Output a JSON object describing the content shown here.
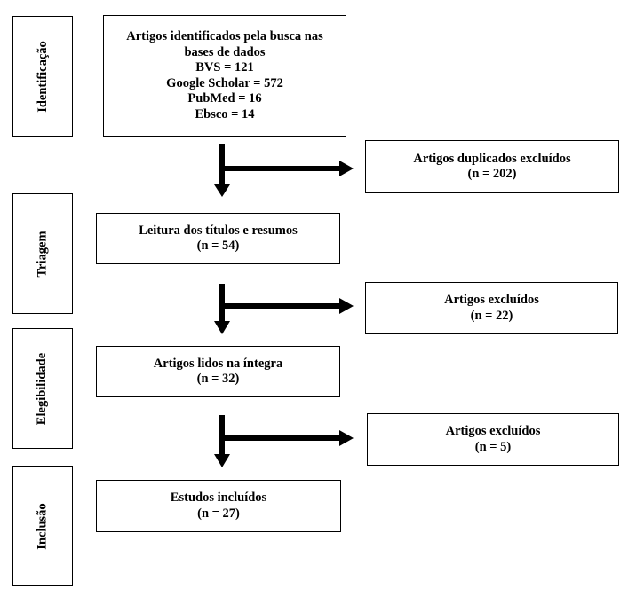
{
  "stages": [
    {
      "id": "identificacao",
      "label": "Identificação"
    },
    {
      "id": "triagem",
      "label": "Triagem"
    },
    {
      "id": "elegibilidade",
      "label": "Elegibilidade"
    },
    {
      "id": "inclusao",
      "label": "Inclusão"
    }
  ],
  "boxes": {
    "identified": {
      "lines": [
        "Artigos identificados pela busca nas",
        "bases de dados",
        "BVS = 121",
        "Google Scholar = 572",
        "PubMed = 16",
        "Ebsco = 14"
      ]
    },
    "duplicates_excluded": {
      "lines": [
        "Artigos duplicados excluídos",
        "(n = 202)"
      ]
    },
    "screening": {
      "lines": [
        "Leitura dos títulos e resumos",
        "(n = 54)"
      ]
    },
    "screening_excluded": {
      "lines": [
        "Artigos excluídos",
        "(n = 22)"
      ]
    },
    "full_text": {
      "lines": [
        "Artigos lidos na íntegra",
        "(n = 32)"
      ]
    },
    "full_text_excluded": {
      "lines": [
        "Artigos excluídos",
        "(n = 5)"
      ]
    },
    "included": {
      "lines": [
        "Estudos incluídos",
        "(n = 27)"
      ]
    }
  }
}
